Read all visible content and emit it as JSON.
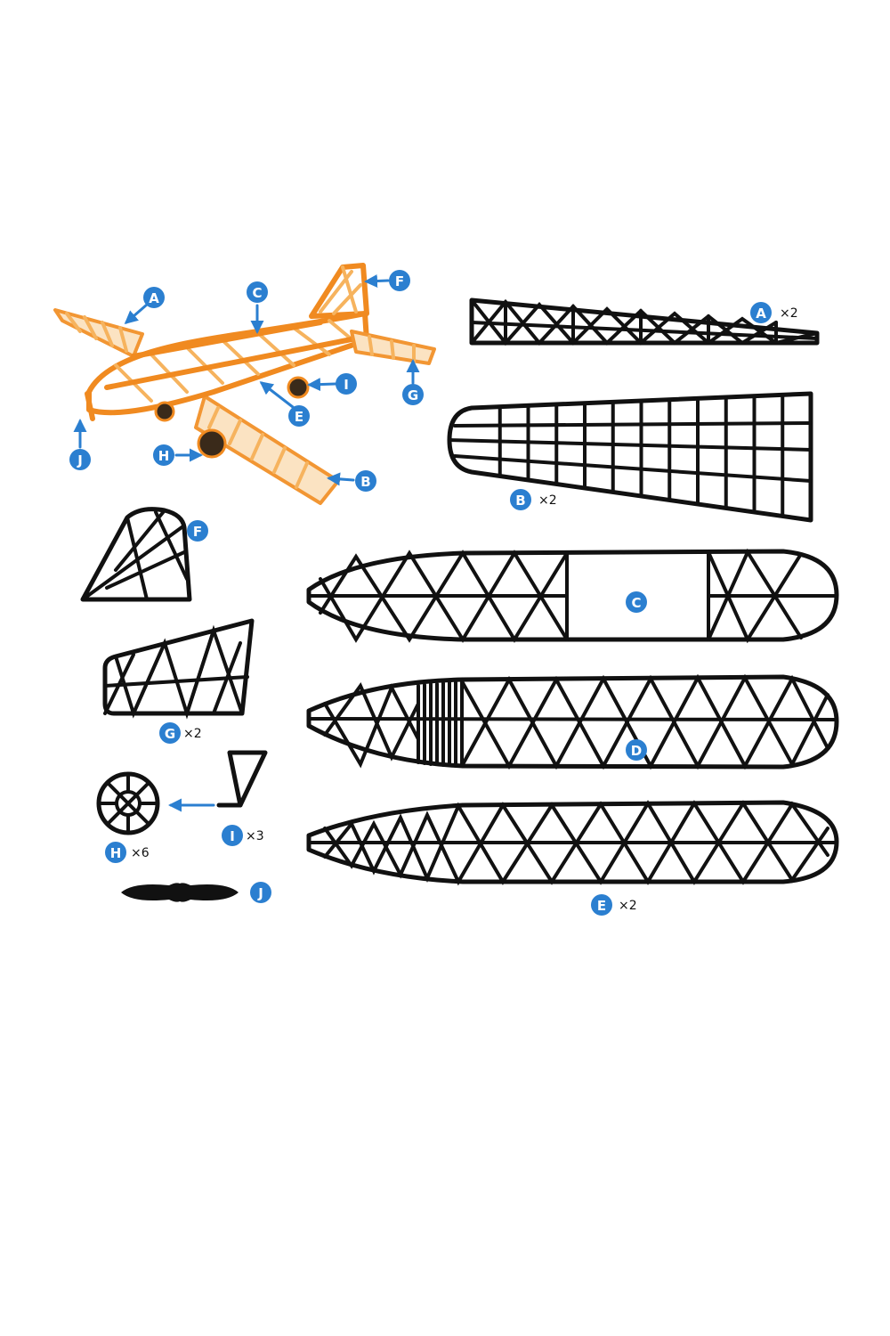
{
  "colors": {
    "label_badge": "#2b7fd0",
    "part_stroke": "#111111",
    "model_orange": "#f08a20",
    "model_light": "#f6b35e",
    "background": "#ffffff"
  },
  "model": {
    "callouts": [
      "A",
      "B",
      "C",
      "E",
      "F",
      "G",
      "H",
      "I",
      "J"
    ]
  },
  "parts": {
    "A": {
      "letter": "A",
      "qty": "×2"
    },
    "B": {
      "letter": "B",
      "qty": "×2"
    },
    "C": {
      "letter": "C"
    },
    "D": {
      "letter": "D"
    },
    "E": {
      "letter": "E",
      "qty": "×2"
    },
    "F": {
      "letter": "F"
    },
    "G": {
      "letter": "G",
      "qty": "×2"
    },
    "H": {
      "letter": "H",
      "qty": "×6"
    },
    "I": {
      "letter": "I",
      "qty": "×3"
    },
    "J": {
      "letter": "J"
    }
  }
}
